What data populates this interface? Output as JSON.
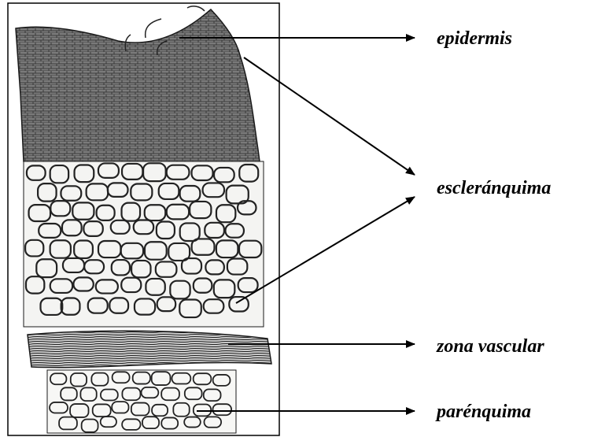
{
  "figure": {
    "labels": [
      {
        "id": "epidermis",
        "text": "epidermis"
      },
      {
        "id": "esclerenquima",
        "text": "escleránquima"
      },
      {
        "id": "zona-vascular",
        "text": "zona vascular"
      },
      {
        "id": "parenquima",
        "text": "parénquima"
      }
    ]
  },
  "colors": {
    "ink": "#000000",
    "tissue_dark": "#6f6f6f",
    "tissue_mid": "#9a9a9a",
    "paper": "#f7f7f5"
  }
}
